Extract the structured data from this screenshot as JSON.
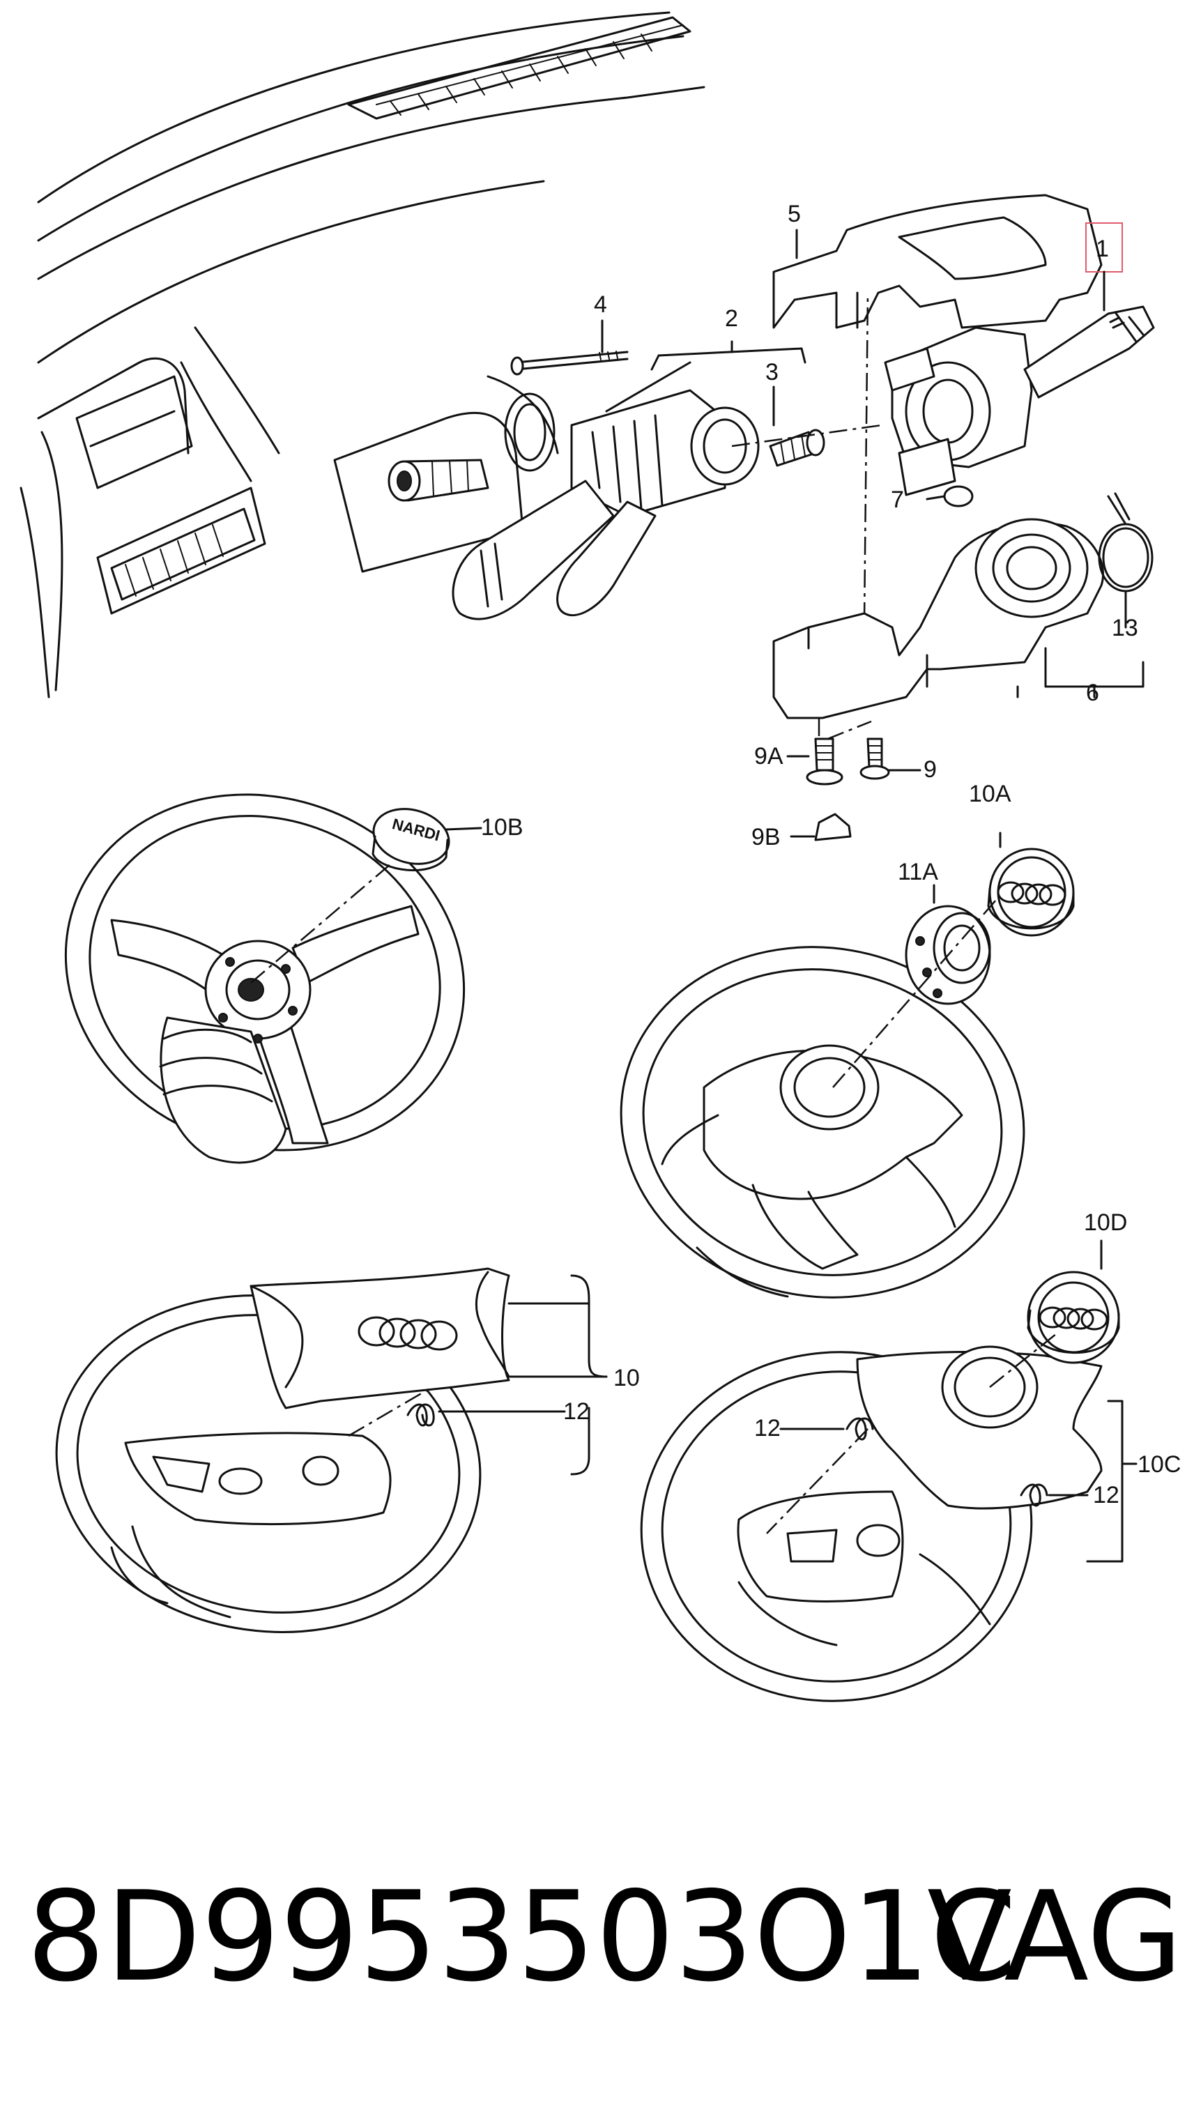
{
  "callouts": {
    "c1": "1",
    "c2": "2",
    "c3": "3",
    "c4": "4",
    "c5": "5",
    "c6": "6",
    "c7": "7",
    "c9": "9",
    "c9a": "9A",
    "c9b": "9B",
    "c10": "10",
    "c10a": "10A",
    "c10b": "10B",
    "c10c": "10C",
    "c10d": "10D",
    "c11a": "11A",
    "c12a": "12",
    "c12b": "12",
    "c12c": "12",
    "c13": "13"
  },
  "logo": {
    "nardi": "NARDI"
  },
  "colors": {
    "ink": "#111111",
    "highlight": "#e05a6a",
    "background": "#ffffff"
  },
  "footer": {
    "part_number": "8D9953503O1C",
    "brand": "VAG"
  }
}
